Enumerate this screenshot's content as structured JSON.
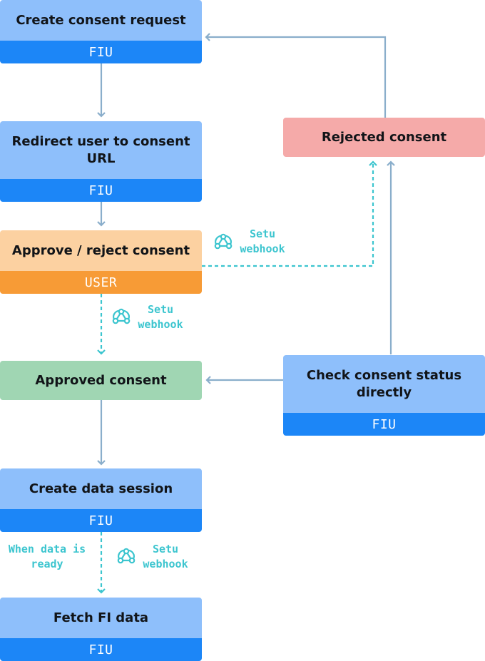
{
  "nodes": {
    "create_consent": {
      "title": "Create consent request",
      "role": "FIU"
    },
    "redirect": {
      "title": "Redirect user to consent URL",
      "role": "FIU"
    },
    "approve_reject": {
      "title": "Approve / reject consent",
      "role": "USER"
    },
    "approved": {
      "title": "Approved consent"
    },
    "create_session": {
      "title": "Create data session",
      "role": "FIU"
    },
    "fetch": {
      "title": "Fetch FI data",
      "role": "FIU"
    },
    "rejected": {
      "title": "Rejected consent"
    },
    "check_status": {
      "title": "Check consent status directly",
      "role": "FIU"
    }
  },
  "labels": {
    "webhook_line1": "Setu",
    "webhook_line2": "webhook",
    "when_ready_line1": "When data is",
    "when_ready_line2": "ready"
  },
  "icons": {
    "webhook": "webhook-icon"
  },
  "colors": {
    "fiu_title": "#8ebffb",
    "fiu_role": "#1c86f7",
    "user_title": "#fcd1a1",
    "user_role": "#f79b36",
    "approved": "#a0d6b3",
    "rejected": "#f5aaa9",
    "arrow": "#8aaecb",
    "webhook_accent": "#3cc5cf"
  }
}
